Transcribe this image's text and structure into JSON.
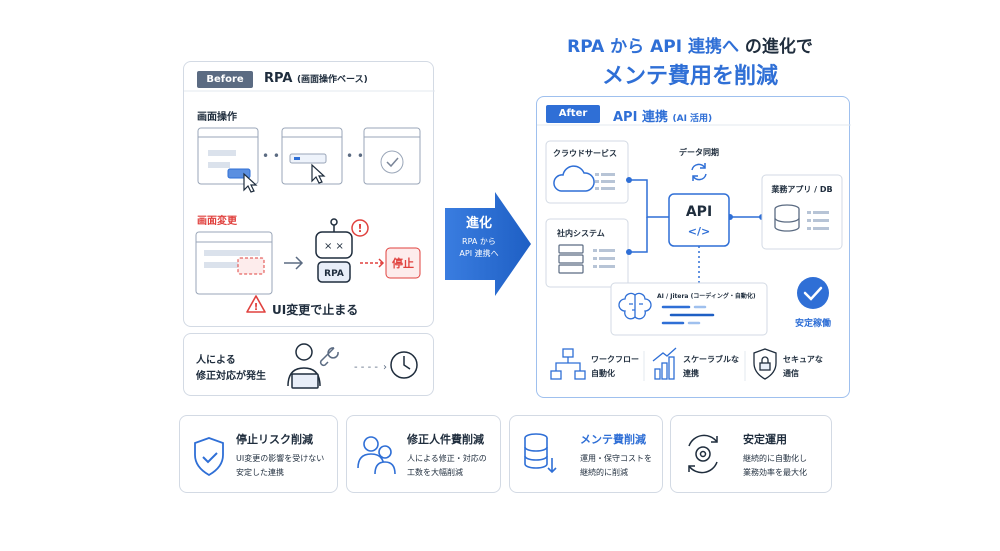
{
  "headline": {
    "line1a": "RPA から API 連携へ",
    "line1b": "の進化で",
    "line2": "メンテ費用を削減"
  },
  "before": {
    "badge": "Before",
    "title": "RPA",
    "subtitle": "(画面操作ベース)",
    "screen_ops": "画面操作",
    "screen_change": "画面変更",
    "robot_label": "RPA",
    "stop_label": "停止",
    "warning": "UI変更で止まる",
    "manual_line1": "人による",
    "manual_line2": "修正対応が発生"
  },
  "arrow": {
    "title": "進化",
    "line1": "RPA から",
    "line2": "API 連携へ"
  },
  "after": {
    "badge": "After",
    "title": "API 連携",
    "subtitle": "(AI 活用)",
    "cloud": "クラウドサービス",
    "internal": "社内システム",
    "data_sync": "データ同期",
    "api": "API",
    "api_code": "</>",
    "business": "業務アプリ / DB",
    "ai_title": "AI / Jitera (コーディング・自動化)",
    "stable": "安定稼働",
    "features": [
      {
        "line1": "ワークフロー",
        "line2": "自動化"
      },
      {
        "line1": "スケーラブルな",
        "line2": "連携"
      },
      {
        "line1": "セキュアな",
        "line2": "通信"
      }
    ]
  },
  "benefits": [
    {
      "title": "停止リスク削減",
      "line1": "UI変更の影響を受けない",
      "line2": "安定した連携"
    },
    {
      "title": "修正人件費削減",
      "line1": "人による修正・対応の",
      "line2": "工数を大幅削減"
    },
    {
      "title": "メンテ費削減",
      "line1": "運用・保守コストを",
      "line2": "継続的に削減"
    },
    {
      "title": "安定運用",
      "line1": "継続的に自動化し",
      "line2": "業務効率を最大化"
    }
  ],
  "colors": {
    "accent": "#2f6fd6",
    "navy": "#1f2d3d",
    "red": "#e0413e",
    "slate": "#5b6b82",
    "border": "#d3dae4"
  },
  "icons": [
    "shield-check-icon",
    "people-icon",
    "database-down-icon",
    "gear-cycle-icon",
    "cloud-icon",
    "server-icon",
    "database-icon",
    "brain-icon",
    "check-circle-icon",
    "sync-icon",
    "robot-icon",
    "warning-icon",
    "wrench-icon",
    "clock-icon",
    "workflow-icon",
    "bar-chart-icon",
    "lock-shield-icon",
    "cursor-icon"
  ]
}
